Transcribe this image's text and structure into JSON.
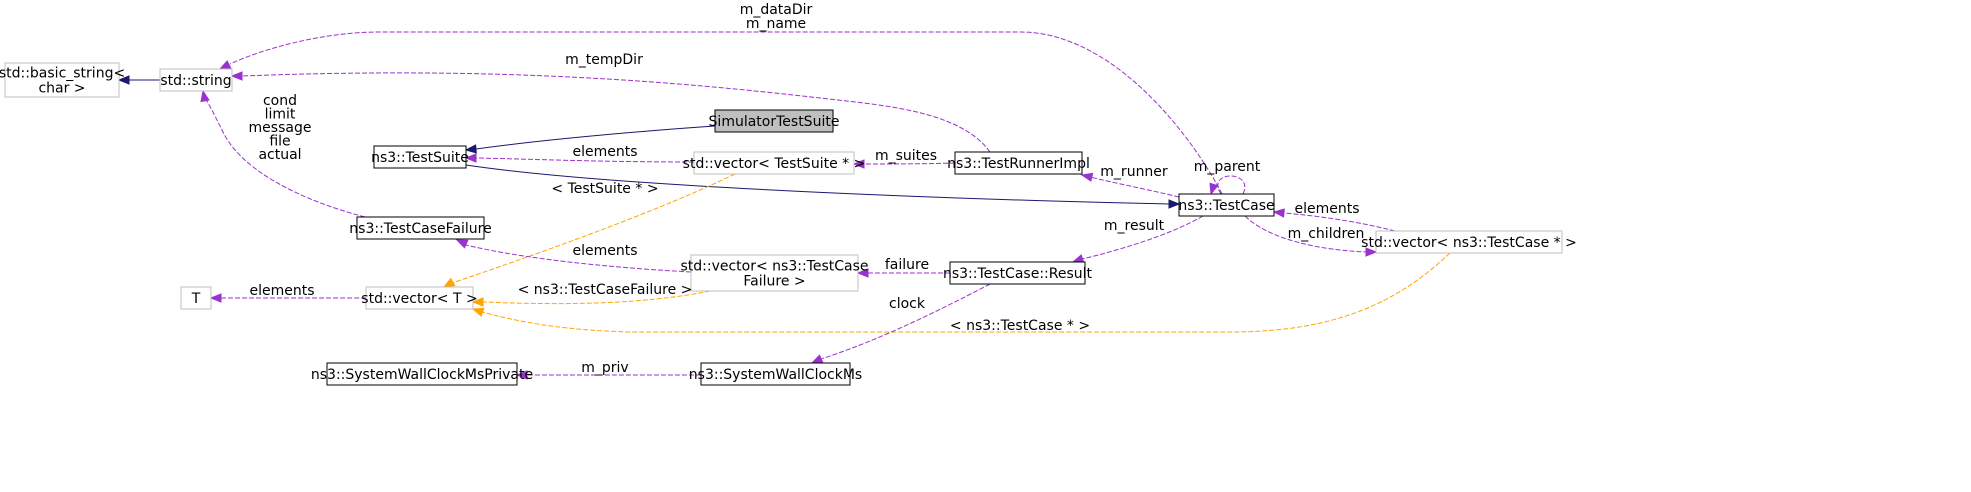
{
  "colors": {
    "inheritance": "#191970",
    "usage": "#9a32cd",
    "template": "#ffa500",
    "node_border_solid": "#000000",
    "node_border_light": "#bfbfbf",
    "highlight_fill": "#bfbfbf"
  },
  "nodes": {
    "basic_string": [
      "std::basic_string<",
      "char >"
    ],
    "std_string": [
      "std::string"
    ],
    "simulator_test_suite": [
      "SimulatorTestSuite"
    ],
    "test_suite": [
      "ns3::TestSuite"
    ],
    "vector_test_suite": [
      "std::vector< TestSuite * >"
    ],
    "test_runner_impl": [
      "ns3::TestRunnerImpl"
    ],
    "test_case": [
      "ns3::TestCase"
    ],
    "test_case_failure": [
      "ns3::TestCaseFailure"
    ],
    "vector_failure": [
      "std::vector< ns3::TestCase",
      "Failure >"
    ],
    "test_case_result": [
      "ns3::TestCase::Result"
    ],
    "vector_test_case": [
      "std::vector< ns3::TestCase * >"
    ],
    "t": [
      "T"
    ],
    "vector_t": [
      "std::vector< T >"
    ],
    "wallclock_private": [
      "ns3::SystemWallClockMsPrivate"
    ],
    "wallclock": [
      "ns3::SystemWallClockMs"
    ]
  },
  "edge_labels": {
    "datadir_name": [
      "m_dataDir",
      "m_name"
    ],
    "tempdir": [
      "m_tempDir"
    ],
    "failure_fields": [
      "cond",
      "limit",
      "message",
      "file",
      "actual"
    ],
    "suite_elements": [
      "elements"
    ],
    "suites": [
      "m_suites"
    ],
    "runner": [
      "m_runner"
    ],
    "parent": [
      "m_parent"
    ],
    "tmpl_suite": [
      "< TestSuite * >"
    ],
    "result": [
      "m_result"
    ],
    "case_elements": [
      "elements"
    ],
    "children": [
      "m_children"
    ],
    "failure_elements": [
      "elements"
    ],
    "failure": [
      "failure"
    ],
    "t_elements": [
      "elements"
    ],
    "tmpl_failure": [
      "< ns3::TestCaseFailure >"
    ],
    "clock": [
      "clock"
    ],
    "tmpl_case": [
      "< ns3::TestCase * >"
    ],
    "priv": [
      "m_priv"
    ]
  }
}
